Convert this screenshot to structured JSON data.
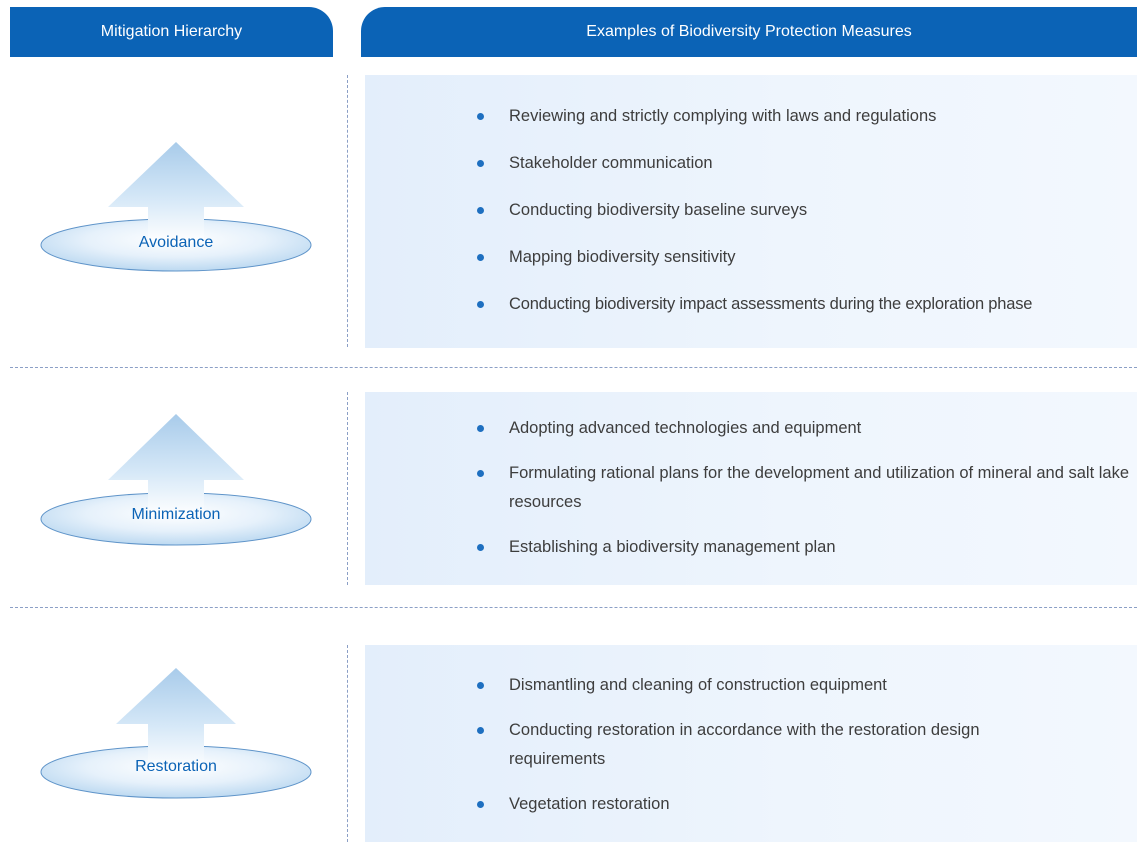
{
  "header": {
    "left_title": "Mitigation Hierarchy",
    "right_title": "Examples of Biodiversity Protection Measures"
  },
  "sections": [
    {
      "label": "Avoidance",
      "icon": "up-arrow-on-disc-icon",
      "items": [
        "Reviewing and strictly complying with laws and regulations",
        "Stakeholder communication",
        "Conducting biodiversity baseline surveys",
        "Mapping biodiversity sensitivity",
        "Conducting biodiversity impact assessments during the exploration phase"
      ]
    },
    {
      "label": "Minimization",
      "icon": "up-arrow-on-disc-icon",
      "items": [
        "Adopting advanced technologies and equipment",
        "Formulating rational plans for the development and utilization of mineral and salt lake resources",
        "Establishing a biodiversity management plan"
      ]
    },
    {
      "label": "Restoration",
      "icon": "up-arrow-on-disc-icon",
      "items": [
        "Dismantling and cleaning of construction equipment",
        "Conducting restoration in accordance with the restoration design requirements",
        "Vegetation restoration"
      ]
    }
  ],
  "colors": {
    "header_blue": "#0b63b6",
    "bullet_blue": "#1e6fc0",
    "panel_bg": "#e8f1fc",
    "separator": "#8b9fc6"
  }
}
